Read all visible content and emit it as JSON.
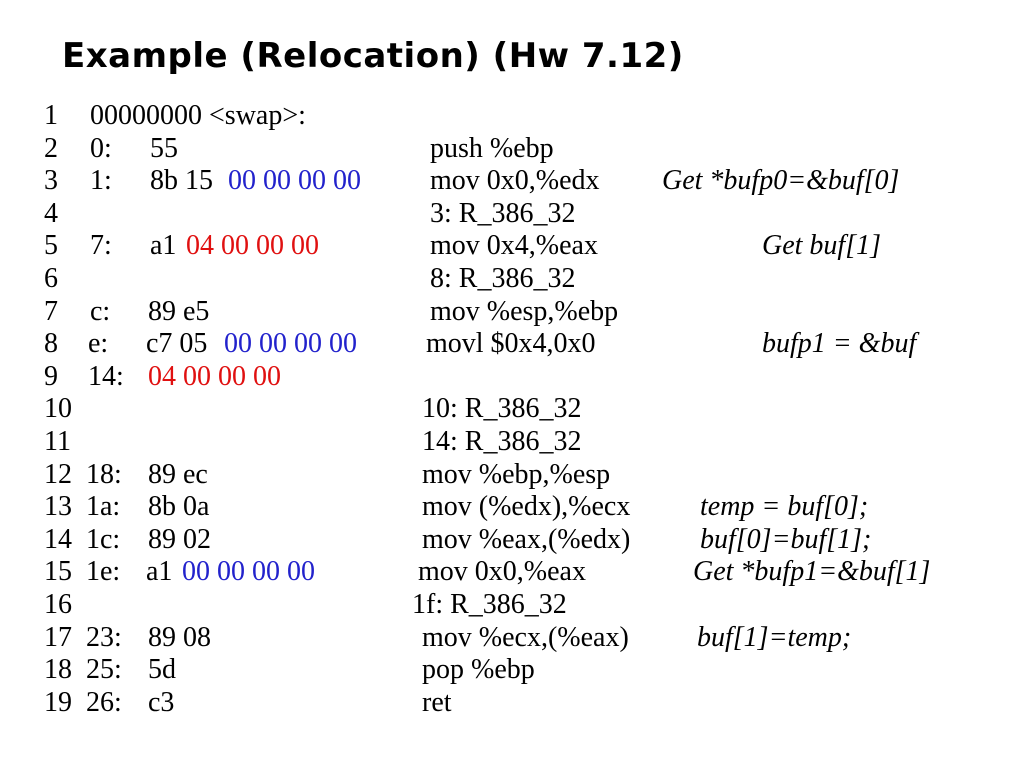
{
  "title": "Example (Relocation) (Hw 7.12)",
  "colors": {
    "relocation_placeholder": "#2222cc",
    "addend_value": "#e01010",
    "text": "#000000"
  },
  "lines": [
    {
      "num": "1",
      "addr": "00000000 <swap>:",
      "bytes": "",
      "bytes_colored": "",
      "bytes_color": "",
      "instr": "",
      "comment": ""
    },
    {
      "num": "2",
      "addr": "0:",
      "bytes": "55",
      "bytes_colored": "",
      "bytes_color": "",
      "instr": "push %ebp",
      "comment": ""
    },
    {
      "num": "3",
      "addr": "1:",
      "bytes": "8b 15",
      "bytes_colored": "00 00 00 00",
      "bytes_color": "blue",
      "instr": "mov 0x0,%edx",
      "comment": "Get *bufp0=&buf[0]"
    },
    {
      "num": "4",
      "addr": "",
      "bytes": "",
      "bytes_colored": "",
      "bytes_color": "",
      "instr": "3: R_386_32",
      "comment": ""
    },
    {
      "num": "5",
      "addr": "7:",
      "bytes": "a1",
      "bytes_colored": "04 00 00 00",
      "bytes_color": "red",
      "instr": "mov 0x4,%eax",
      "comment": "Get buf[1]"
    },
    {
      "num": "6",
      "addr": "",
      "bytes": "",
      "bytes_colored": "",
      "bytes_color": "",
      "instr": "8: R_386_32",
      "comment": ""
    },
    {
      "num": "7",
      "addr": "c:",
      "bytes": "89 e5",
      "bytes_colored": "",
      "bytes_color": "",
      "instr": "mov %esp,%ebp",
      "comment": ""
    },
    {
      "num": "8",
      "addr": "e:",
      "bytes": "c7 05",
      "bytes_colored": "00 00 00 00",
      "bytes_color": "blue",
      "instr": "movl $0x4,0x0",
      "comment": "bufp1 = &buf"
    },
    {
      "num": "9",
      "addr": "14:",
      "bytes": "",
      "bytes_colored": "04 00 00 00",
      "bytes_color": "red",
      "instr": "",
      "comment": ""
    },
    {
      "num": "10",
      "addr": "",
      "bytes": "",
      "bytes_colored": "",
      "bytes_color": "",
      "instr": "10: R_386_32",
      "comment": ""
    },
    {
      "num": "11",
      "addr": "",
      "bytes": "",
      "bytes_colored": "",
      "bytes_color": "",
      "instr": "14: R_386_32",
      "comment": ""
    },
    {
      "num": "12",
      "addr": "18:",
      "bytes": "89 ec",
      "bytes_colored": "",
      "bytes_color": "",
      "instr": "mov %ebp,%esp",
      "comment": ""
    },
    {
      "num": "13",
      "addr": "1a:",
      "bytes": "8b 0a",
      "bytes_colored": "",
      "bytes_color": "",
      "instr": "mov (%edx),%ecx",
      "comment": "temp = buf[0];"
    },
    {
      "num": "14",
      "addr": "1c:",
      "bytes": "89 02",
      "bytes_colored": "",
      "bytes_color": "",
      "instr": "mov %eax,(%edx)",
      "comment": "buf[0]=buf[1];"
    },
    {
      "num": "15",
      "addr": "1e:",
      "bytes": "a1",
      "bytes_colored": "00 00 00 00",
      "bytes_color": "blue",
      "instr": "mov 0x0,%eax",
      "comment": "Get *bufp1=&buf[1]"
    },
    {
      "num": "16",
      "addr": "",
      "bytes": "",
      "bytes_colored": "",
      "bytes_color": "",
      "instr": "1f: R_386_32",
      "comment": ""
    },
    {
      "num": "17",
      "addr": "23:",
      "bytes": "89 08",
      "bytes_colored": "",
      "bytes_color": "",
      "instr": "mov %ecx,(%eax)",
      "comment": "buf[1]=temp;"
    },
    {
      "num": "18",
      "addr": "25:",
      "bytes": "5d",
      "bytes_colored": "",
      "bytes_color": "",
      "instr": "pop %ebp",
      "comment": ""
    },
    {
      "num": "19",
      "addr": "26:",
      "bytes": "c3",
      "bytes_colored": "",
      "bytes_color": "",
      "instr": "ret",
      "comment": ""
    }
  ]
}
